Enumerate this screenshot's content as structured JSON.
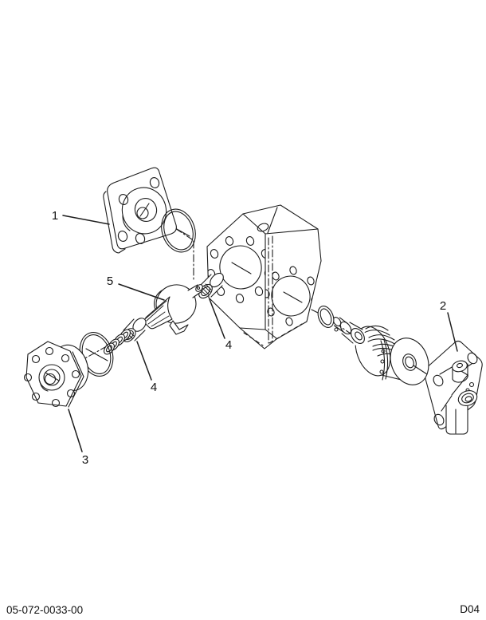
{
  "colors": {
    "background": "#ffffff",
    "line": "#1c1c1c",
    "text": "#111111"
  },
  "diagram": {
    "type": "exploded-parts-diagram",
    "callouts": [
      {
        "ref": "1"
      },
      {
        "ref": "2"
      },
      {
        "ref": "3"
      },
      {
        "ref": "4"
      },
      {
        "ref": "4"
      },
      {
        "ref": "5"
      }
    ]
  },
  "footer": {
    "document_number": "05-072-0033-00",
    "page_code": "D04"
  }
}
